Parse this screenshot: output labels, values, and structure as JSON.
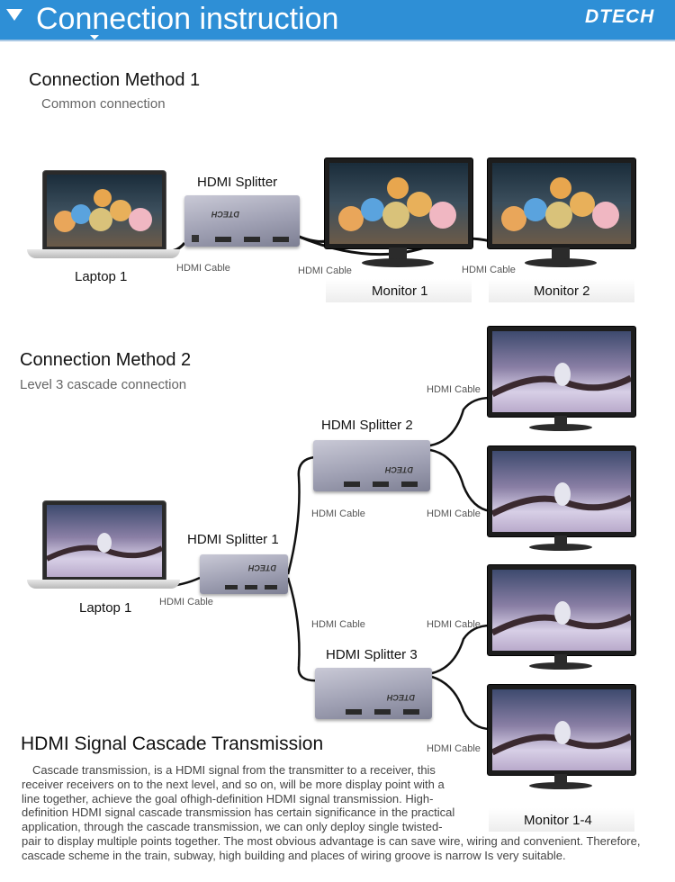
{
  "header": {
    "title": "Connection instruction",
    "logo": "DTECH",
    "accent": "#2e8fd6"
  },
  "method1": {
    "title": "Connection Method 1",
    "subtitle": "Common connection",
    "splitter_label": "HDMI Splitter",
    "splitter_brand": "DTECH",
    "laptop_label": "Laptop 1",
    "cable_labels": [
      "HDMI Cable",
      "HDMI Cable",
      "HDMI Cable"
    ],
    "monitor_labels": [
      "Monitor 1",
      "Monitor 2"
    ]
  },
  "method2": {
    "title": "Connection Method 2",
    "subtitle": "Level 3 cascade connection",
    "splitter_labels": [
      "HDMI Splitter 1",
      "HDMI Splitter 2",
      "HDMI Splitter 3"
    ],
    "splitter_brand": "DTECH",
    "laptop_label": "Laptop 1",
    "cable_labels": [
      "HDMI Cable",
      "HDMI Cable",
      "HDMI Cable",
      "HDMI Cable",
      "HDMI Cable",
      "HDMI Cable",
      "HDMI Cable"
    ],
    "monitor_label": "Monitor 1-4"
  },
  "cascade": {
    "title": "HDMI Signal Cascade Transmission",
    "text": "Cascade transmission, is a HDMI signal from the transmitter to a receiver, this receiver receivers on to the next level, and so on, will be more display point with a line together, achieve the goal ofhigh-definition HDMI signal transmission. High-definition HDMI signal cascade transmission has certain significance in the practical application, through the cascade transmission, we can only deploy single twisted-pair to display multiple points together. The most obvious advantage is can save wire, wiring and convenient. Therefore, cascade scheme in the train, subway, high building and places of wiring groove is narrow Is very suitable."
  }
}
